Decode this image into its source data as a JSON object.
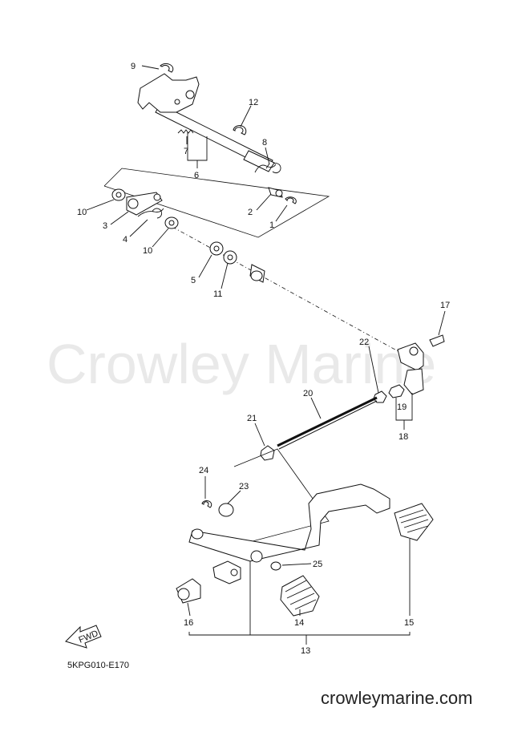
{
  "diagram": {
    "watermark": "Crowley Marine",
    "diagram_code": "5KPG010-E170",
    "website": "crowleymarine.com",
    "fwd_label": "FWD"
  },
  "parts": [
    {
      "num": "1"
    },
    {
      "num": "2"
    },
    {
      "num": "3"
    },
    {
      "num": "4"
    },
    {
      "num": "5"
    },
    {
      "num": "6"
    },
    {
      "num": "7"
    },
    {
      "num": "8"
    },
    {
      "num": "9"
    },
    {
      "num": "10"
    },
    {
      "num": "10"
    },
    {
      "num": "11"
    },
    {
      "num": "12"
    },
    {
      "num": "13"
    },
    {
      "num": "14"
    },
    {
      "num": "15"
    },
    {
      "num": "16"
    },
    {
      "num": "17"
    },
    {
      "num": "18"
    },
    {
      "num": "19"
    },
    {
      "num": "20"
    },
    {
      "num": "21"
    },
    {
      "num": "22"
    },
    {
      "num": "23"
    },
    {
      "num": "24"
    },
    {
      "num": "25"
    }
  ]
}
